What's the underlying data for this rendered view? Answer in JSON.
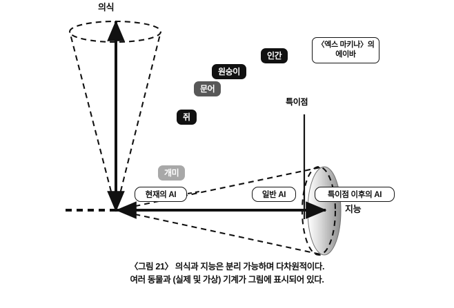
{
  "figure": {
    "axes": {
      "y_axis_label": "의식",
      "x_axis_label": "지능",
      "singularity_marker_label": "특이점"
    },
    "entities": [
      {
        "id": "human",
        "label": "인간",
        "tone": "dark",
        "kind": "animal"
      },
      {
        "id": "monkey",
        "label": "원숭이",
        "tone": "dark",
        "kind": "animal"
      },
      {
        "id": "octopus",
        "label": "문어",
        "tone": "mid",
        "kind": "animal"
      },
      {
        "id": "rat",
        "label": "쥐",
        "tone": "dark",
        "kind": "animal"
      },
      {
        "id": "ant",
        "label": "개미",
        "tone": "light",
        "kind": "animal"
      }
    ],
    "machines": [
      {
        "id": "ava",
        "label_line1": "〈엑스 마키나〉의",
        "label_line2": "에이바"
      },
      {
        "id": "current-ai",
        "label": "현재의 AI"
      },
      {
        "id": "general-ai",
        "label": "일반 AI"
      },
      {
        "id": "post-singularity-ai",
        "label": "특이점 이후의 AI"
      }
    ],
    "caption": {
      "line1": "〈그림 21〉 의식과 지능은 분리 가능하며 다차원적이다.",
      "line2": "여러 동물과 (실제 및 가상) 기계가 그림에 표시되어 있다."
    },
    "colors": {
      "background": "#ffffff",
      "ink": "#111111",
      "chip_dark": "#111111",
      "chip_mid": "#585858",
      "chip_light": "#a8a8a8",
      "cone_gradient_from": "#ffffff",
      "cone_gradient_to": "#8d8d8d"
    }
  },
  "chart_data": {
    "type": "scatter",
    "title": "의식과 지능은 분리 가능하며 다차원적이다.",
    "xlabel": "지능",
    "ylabel": "의식",
    "grid": false,
    "legend": "none",
    "xlim": [
      0,
      100
    ],
    "ylim": [
      0,
      100
    ],
    "annotations": [
      "특이점"
    ],
    "points": [
      {
        "label": "쥐",
        "x": 29,
        "y": 46
      },
      {
        "label": "문어",
        "x": 37,
        "y": 61
      },
      {
        "label": "원숭이",
        "x": 46,
        "y": 69
      },
      {
        "label": "인간",
        "x": 69,
        "y": 77
      },
      {
        "label": "〈엑스 마키나〉의 에이바",
        "x": 85,
        "y": 83
      },
      {
        "label": "개미",
        "x": 21,
        "y": 21
      },
      {
        "label": "현재의 AI",
        "x": 10,
        "y": 11
      },
      {
        "label": "일반 AI",
        "x": 66,
        "y": 11
      },
      {
        "label": "특이점 이후의 AI",
        "x": 94,
        "y": 11
      }
    ]
  }
}
